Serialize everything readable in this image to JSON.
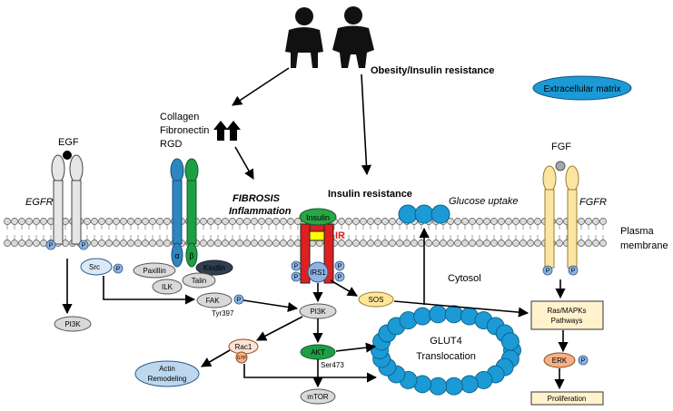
{
  "labels": {
    "obesity": "Obesity/Insulin resistance",
    "ecm": "Extracellular matrix",
    "collagen": "Collagen",
    "fibronectin": "Fibronectin",
    "rgd": "RGD",
    "egf": "EGF",
    "egfr": "EGFR",
    "fibrosis": "FIBROSIS",
    "inflammation": "Inflammation",
    "insulin_resistance": "Insulin resistance",
    "glucose_uptake": "Glucose uptake",
    "fgf": "FGF",
    "fgfr": "FGFR",
    "plasma": "Plasma",
    "membrane": "membrane",
    "insulin": "Insulin",
    "ir": "IR",
    "irs1": "IRS1",
    "alpha": "α",
    "beta": "β",
    "p": "P",
    "src": "Src",
    "paxillin": "Paxillin",
    "kindlin": "Kindlin",
    "talin": "Talin",
    "ilk": "ILK",
    "fak": "FAK",
    "tyr397": "Tyr397",
    "pi3k": "PI3K",
    "sos": "SOS",
    "cytosol": "Cytosol",
    "ras1": "Ras/MAPKs",
    "ras2": "Pathways",
    "erk": "ERK",
    "proliferation": "Proliferation",
    "rac1": "Rac1",
    "gtp": "GTP",
    "akt": "AKT",
    "ser473": "Ser473",
    "actin1": "Actin",
    "actin2": "Remodeling",
    "mtor": "mTOR",
    "glut4_1": "GLUT4",
    "glut4_2": "Translocation"
  },
  "colors": {
    "membrane_head": "#d9d9d9",
    "egfr": "#e6e6e6",
    "integrin_alpha": "#2e86c1",
    "integrin_beta": "#1e9e45",
    "insulin": "#27a745",
    "ir_red": "#e02020",
    "ir_yellow": "#ffff00",
    "fgfr": "#fbe5a0",
    "phospho": "#8fb4e3",
    "glut": "#1b9ad6",
    "ecm": "#1b9ad6",
    "sos": "#ffe699",
    "erk": "#f4b183",
    "box": "#fff2cc"
  }
}
